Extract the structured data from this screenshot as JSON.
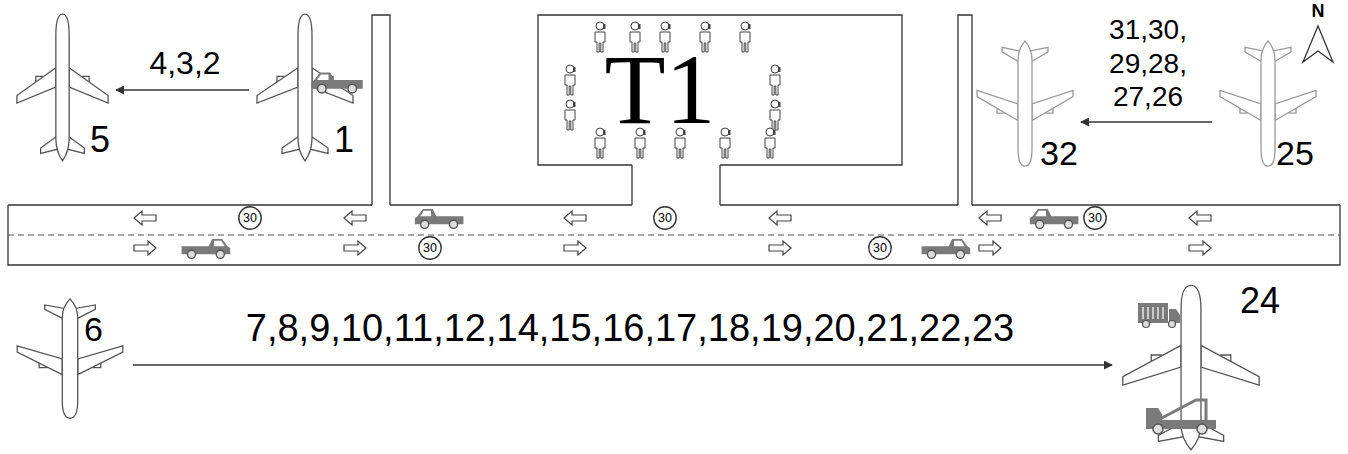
{
  "diagram": {
    "nodes": [
      {
        "text": [
          "5"
        ]
      },
      {
        "text": [
          "1"
        ]
      },
      {
        "text": [
          "T1"
        ]
      },
      {
        "text": [
          "32"
        ]
      },
      {
        "text": [
          "25"
        ]
      },
      {
        "text": [
          "30"
        ]
      },
      {
        "text": [
          "30"
        ]
      },
      {
        "text": [
          "30"
        ]
      },
      {
        "text": [
          "30"
        ]
      },
      {
        "text": [
          "30"
        ]
      },
      {
        "text": [
          "6"
        ]
      },
      {
        "text": [
          "24"
        ]
      }
    ],
    "edges": [
      {
        "from": 1,
        "to": 0,
        "label": "4,3,2",
        "arrow": "to"
      },
      {
        "from": 4,
        "to": 3,
        "label": "31,30, 29,28, 27,26",
        "arrow": "to"
      },
      {
        "from": 10,
        "to": 11,
        "label": "7,8,9,10,11,12,14,15,16,17,18,19,20,21,22,23",
        "arrow": "to"
      }
    ],
    "labels": [
      "N"
    ]
  }
}
